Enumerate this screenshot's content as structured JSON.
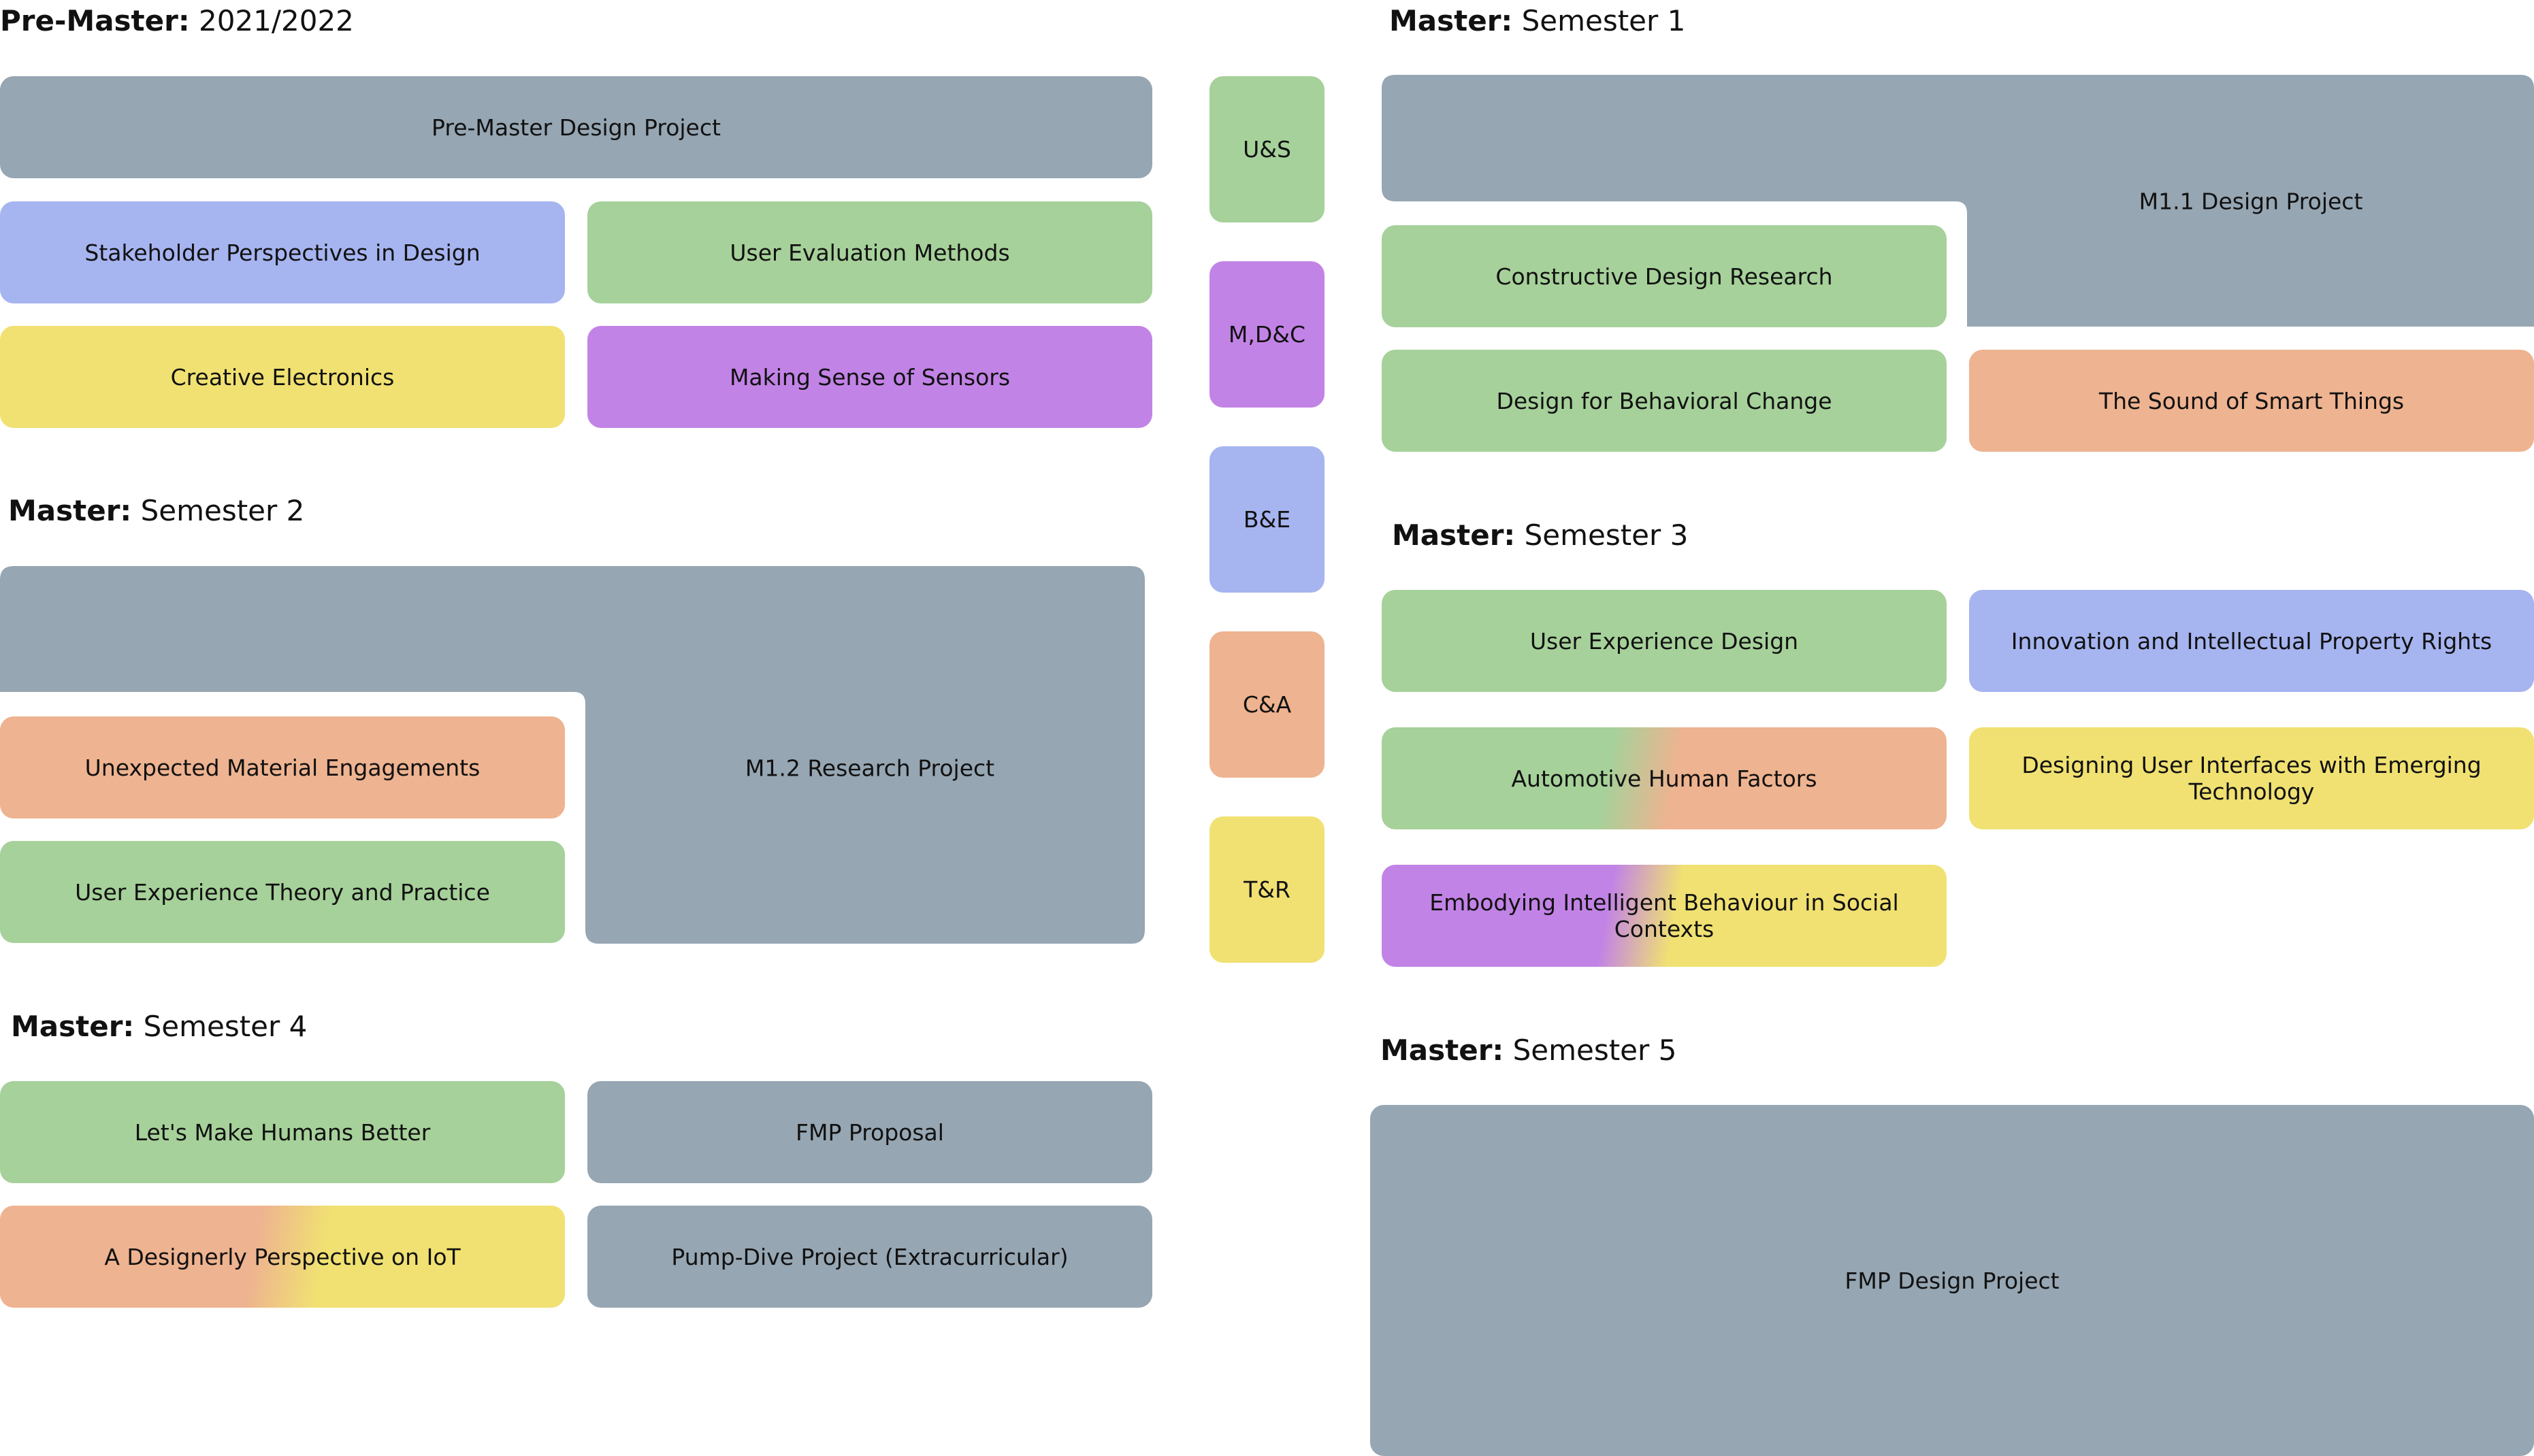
{
  "colors": {
    "gray": "#96a6b3",
    "green": "#a6d19a",
    "blue": "#a6b4f0",
    "purple": "#c283e6",
    "yellow": "#f0e172",
    "orange": "#eeb390"
  },
  "pre_master": {
    "label": "Pre-Master:",
    "value": "2021/2022",
    "courses": {
      "design_project": "Pre-Master Design Project",
      "stakeholder": "Stakeholder Perspectives in Design",
      "user_eval": "User Evaluation Methods",
      "creative_electronics": "Creative Electronics",
      "sensors": "Making Sense of Sensors"
    }
  },
  "semester1": {
    "label": "Master:",
    "value": "Semester 1",
    "courses": {
      "design_project": "M1.1 Design Project",
      "constructive": "Constructive Design Research",
      "behavioral": "Design for Behavioral Change",
      "sound": "The Sound of Smart Things"
    }
  },
  "semester2": {
    "label": "Master:",
    "value": "Semester 2",
    "courses": {
      "research_project": "M1.2 Research Project",
      "material": "Unexpected Material Engagements",
      "ux_theory": "User Experience Theory and Practice"
    }
  },
  "semester3": {
    "label": "Master:",
    "value": "Semester 3",
    "courses": {
      "ux_design": "User Experience Design",
      "innovation": "Innovation and Intellectual Property Rights",
      "automotive": "Automotive Human Factors",
      "emerging": "Designing User Interfaces with Emerging Technology",
      "embodying": "Embodying Intelligent Behaviour in Social Contexts"
    }
  },
  "semester4": {
    "label": "Master:",
    "value": "Semester 4",
    "courses": {
      "humans_better": "Let's Make Humans Better",
      "fmp_proposal": "FMP Proposal",
      "iot": "A Designerly Perspective on IoT",
      "pump_dive": "Pump-Dive Project (Extracurricular)"
    }
  },
  "semester5": {
    "label": "Master:",
    "value": "Semester 5",
    "courses": {
      "fmp_design": "FMP Design Project"
    }
  },
  "legend": [
    {
      "abbr": "U&S",
      "color": "green"
    },
    {
      "abbr": "M,D&C",
      "color": "purple"
    },
    {
      "abbr": "B&E",
      "color": "blue"
    },
    {
      "abbr": "C&A",
      "color": "orange"
    },
    {
      "abbr": "T&R",
      "color": "yellow"
    }
  ]
}
